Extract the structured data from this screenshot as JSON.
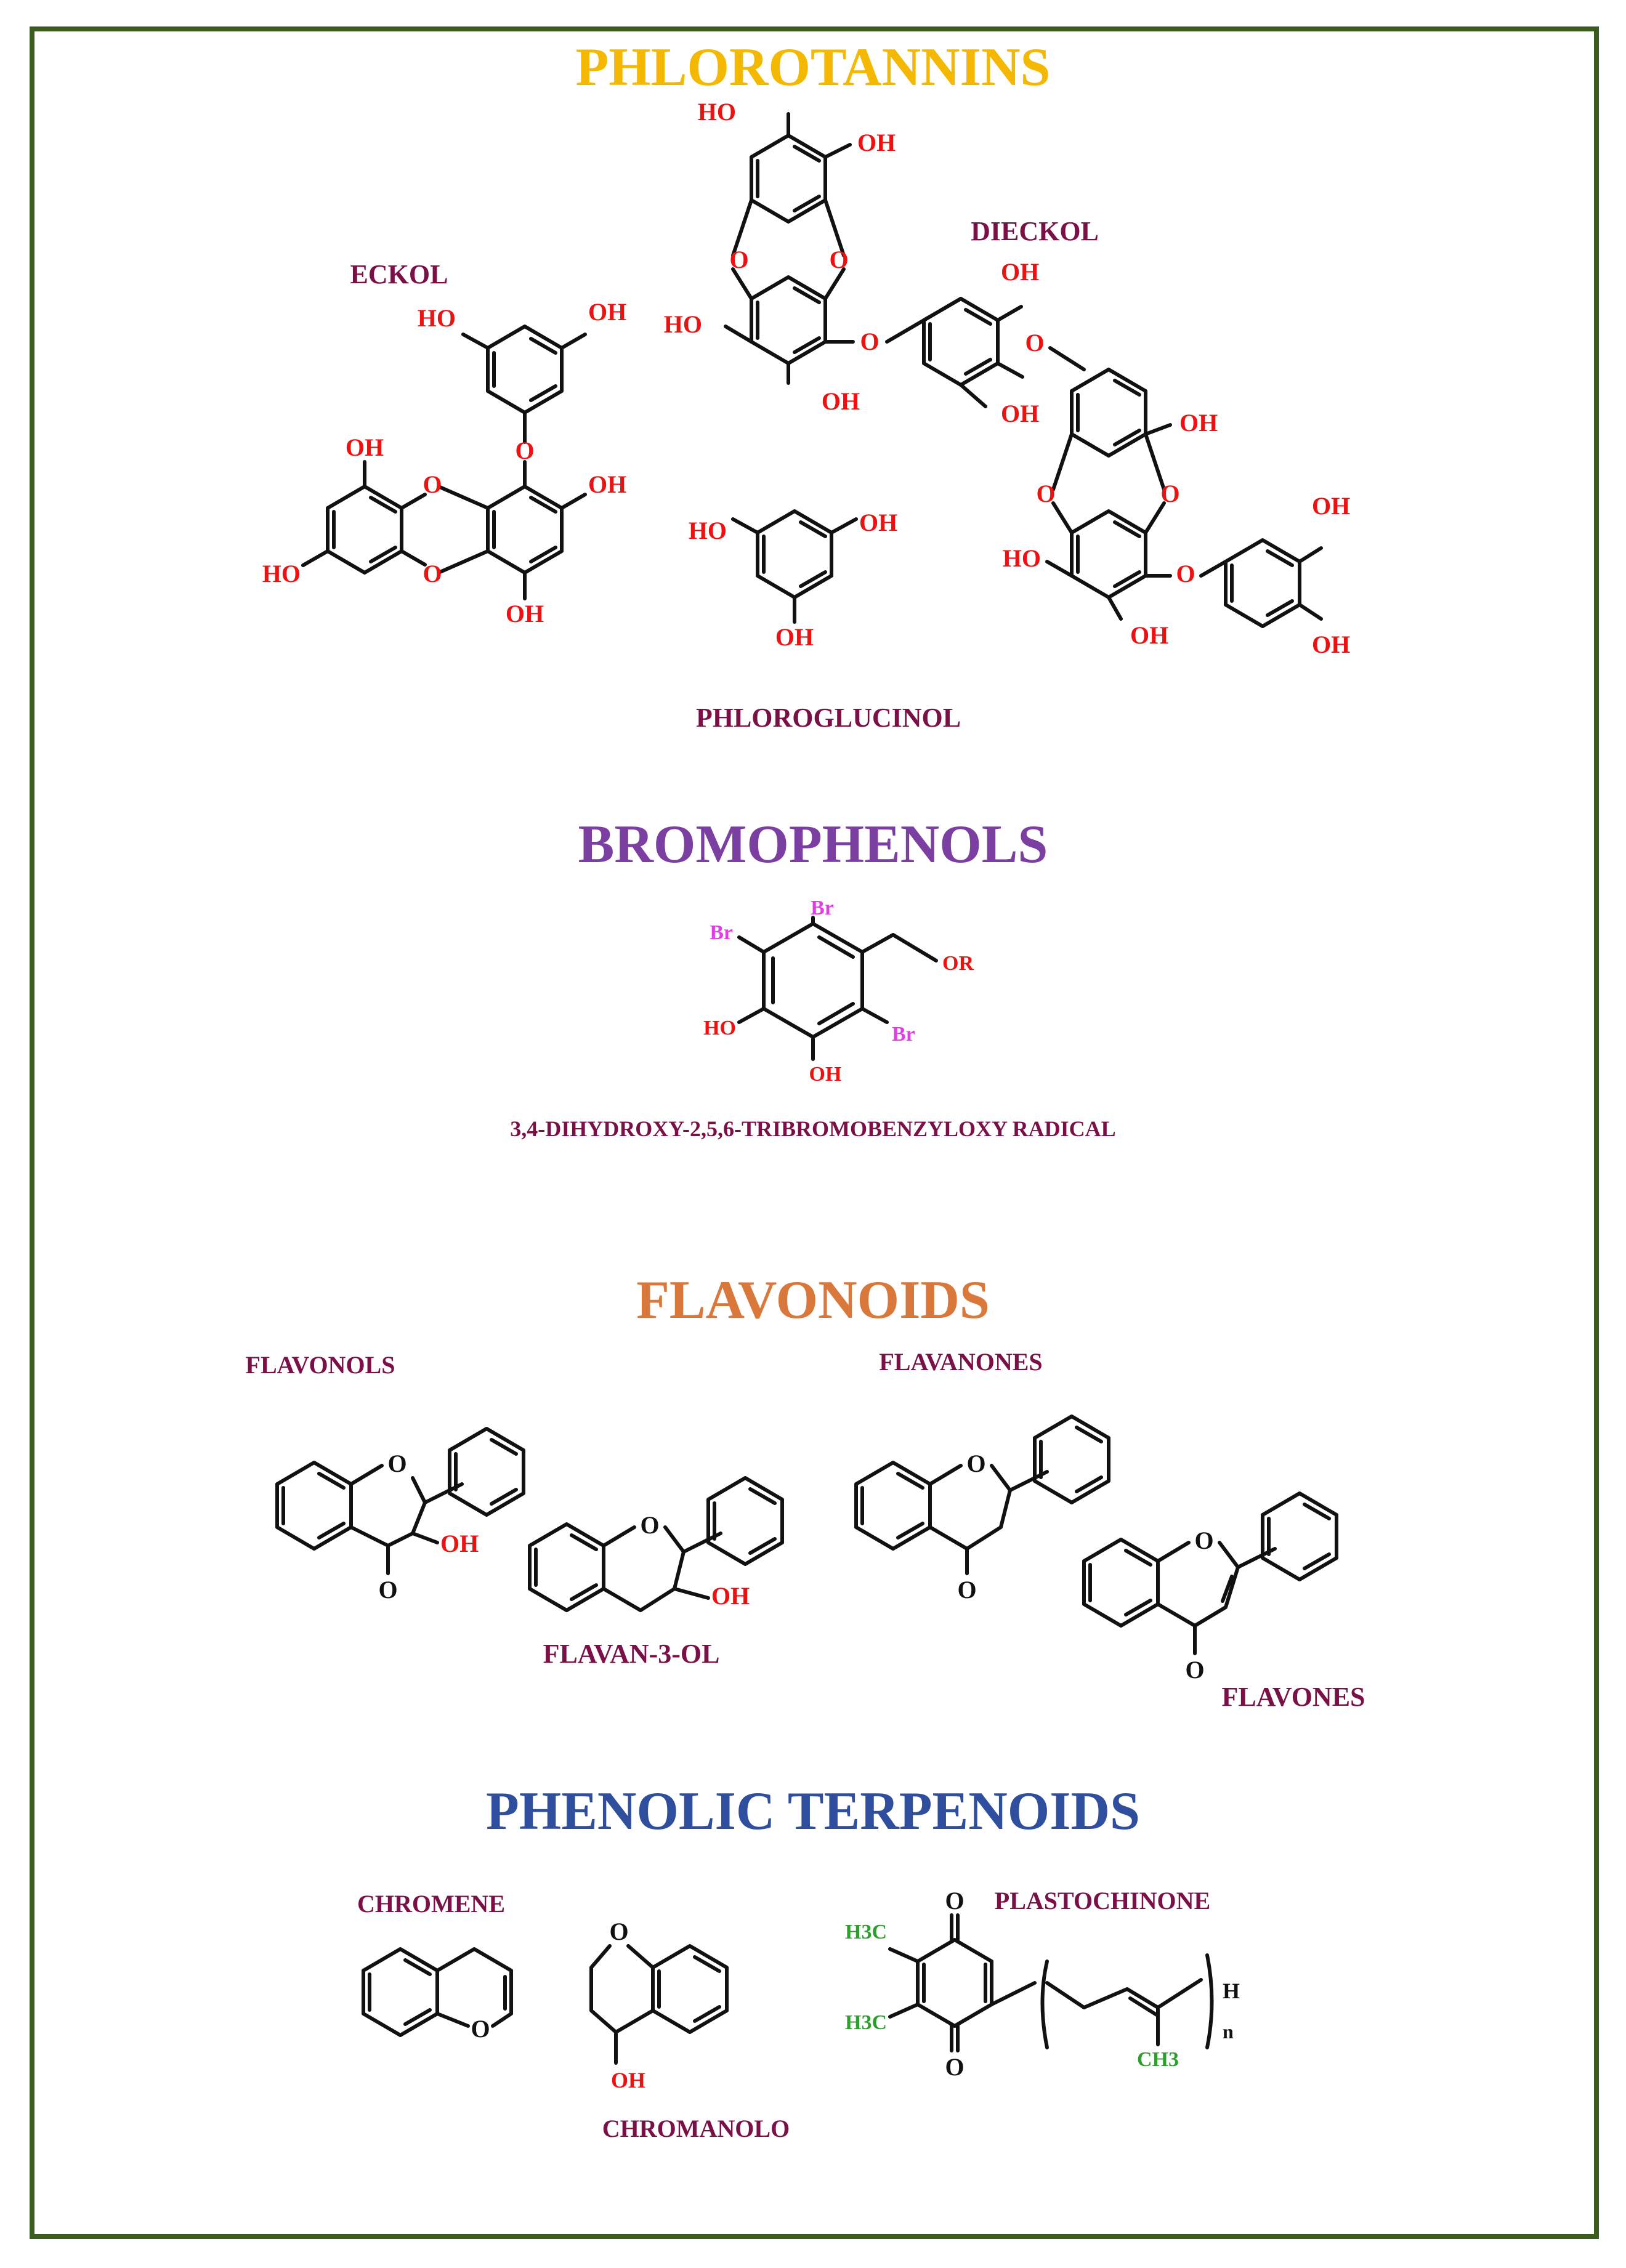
{
  "colors": {
    "border": "#3b5c1f",
    "phlorotannins_header": "#f5b800",
    "bromophenols_header": "#7a3fa0",
    "flavonoids_header": "#d9783a",
    "terpenoids_header": "#2f4f9e",
    "compound_name": "#7a1046",
    "hydroxyl": "#ee1111",
    "bromine": "#e040e0",
    "methyl": "#2e9e2e",
    "bond": "#111111"
  },
  "sections": {
    "phlorotannins": "PHLOROTANNINS",
    "bromophenols": "BROMOPHENOLS",
    "flavonoids": "FLAVONOIDS",
    "terpenoids": "PHENOLIC TERPENOIDS"
  },
  "compounds": {
    "eckol": "ECKOL",
    "dieckol": "DIECKOL",
    "phloroglucinol": "PHLOROGLUCINOL",
    "bromophenol_radical": "3,4-DIHYDROXY-2,5,6-TRIBROMOBENZYLOXY RADICAL",
    "flavonols": "FLAVONOLS",
    "flavan3ol": "FLAVAN-3-OL",
    "flavanones": "FLAVANONES",
    "flavones": "FLAVONES",
    "chromene": "CHROMENE",
    "chromanolo": "CHROMANOLO",
    "plastochinone": "PLASTOCHINONE"
  },
  "atoms": {
    "oh": "OH",
    "ho": "HO",
    "o": "O",
    "br": "Br",
    "or": "OR",
    "h3c": "H3C",
    "ch3": "CH3",
    "h": "H",
    "n": "n"
  }
}
